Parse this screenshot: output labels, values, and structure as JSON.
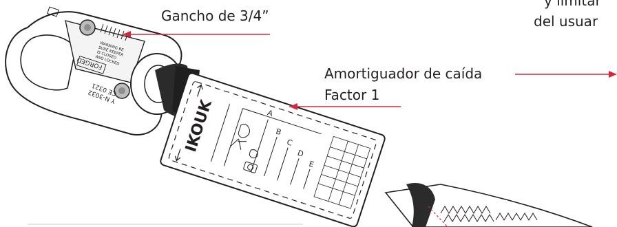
{
  "labels": {
    "hook": "Gancho de 3/4”",
    "absorber_line1": "Amortiguador de caída",
    "absorber_line2": "Factor 1",
    "cut_right_line1": "y limitar",
    "cut_right_line2": "del usuar"
  },
  "hook_engraving": {
    "forged": "FORGED",
    "standard": "Y N-3032",
    "cert": "CE 0321",
    "warning_1": "WARNING BE",
    "warning_2": "SURE KEEPER",
    "warning_3": "IS CLOSED",
    "warning_4": "AND LOCKED"
  },
  "absorber_tag": {
    "brand": "IKOUK",
    "letters": [
      "A",
      "B",
      "C",
      "D",
      "E"
    ]
  },
  "colors": {
    "leader_line": "#d7263d",
    "ink": "#231f20",
    "webbing_dark": "#2b2b2b"
  }
}
